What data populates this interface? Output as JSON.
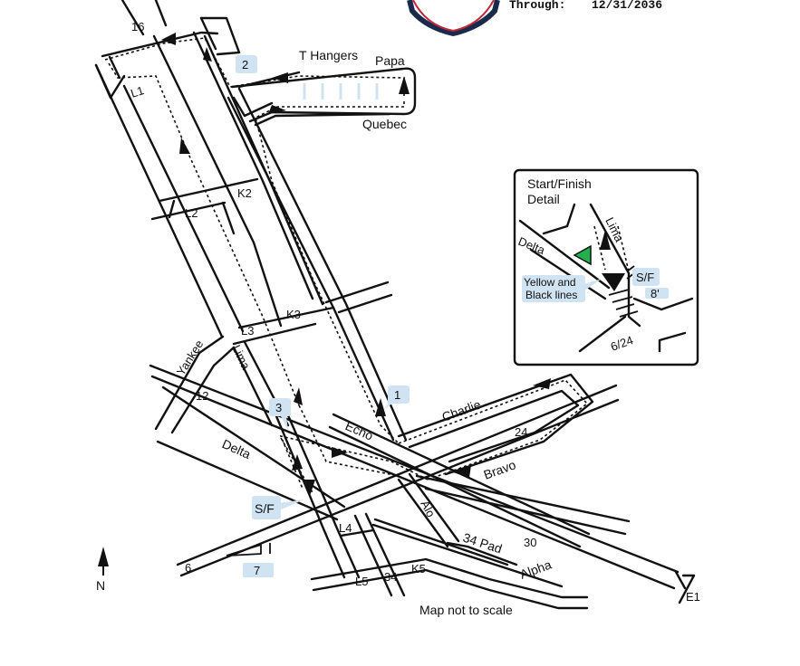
{
  "header": {
    "through_label": "Through:",
    "through_date": "12/31/2036"
  },
  "labels": {
    "l16": "16",
    "l1": "L1",
    "l2": "L2",
    "k2": "K2",
    "l3": "L3",
    "k3": "K3",
    "l4": "L4",
    "l5": "L5",
    "k5": "K5",
    "t34": "34",
    "r12": "12",
    "r24": "24",
    "r30": "30",
    "r6": "6",
    "e1": "E1",
    "t_hangers": "T Hangers",
    "papa": "Papa",
    "quebec": "Quebec",
    "yankee": "Yankee",
    "lima": "Lima",
    "delta": "Delta",
    "echo": "Echo",
    "charlie": "Charlie",
    "bravo": "Bravo",
    "alpha": "Alpha",
    "pad34": "34 Pad",
    "alo": "Alo",
    "north": "N",
    "note": "Map not to scale"
  },
  "tags": {
    "t1": "1",
    "t2": "2",
    "t3": "3",
    "t7": "7",
    "sf": "S/F"
  },
  "detail": {
    "title_line1": "Start/Finish",
    "title_line2": "Detail",
    "lima": "Lima",
    "delta": "Delta",
    "sf": "S/F",
    "eight": "8'",
    "yellow_line1": "Yellow and",
    "yellow_line2": "Black lines",
    "runway": "6/24",
    "green_marker_color": "#22b14c"
  }
}
